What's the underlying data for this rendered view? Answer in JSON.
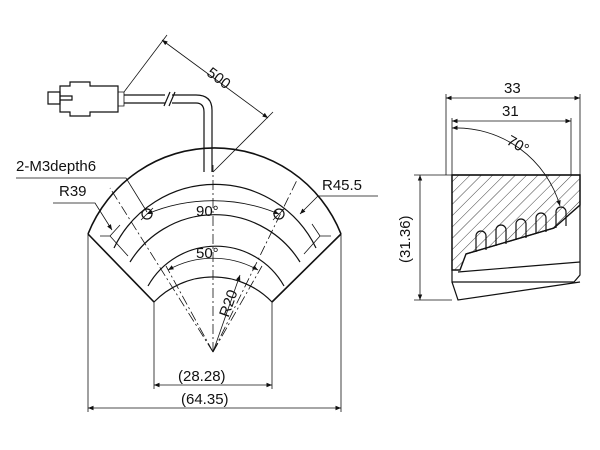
{
  "front_view": {
    "cable_length": "500",
    "hole_spec": "2-M3depth6",
    "inner_arc_radius": "R39",
    "outer_arc_radius": "R45.5",
    "span_angle": "90°",
    "beam_angle": "50°",
    "focus_radius": "R20",
    "chord_width": "(28.28)",
    "overall_width": "(64.35)"
  },
  "side_view": {
    "overall_width": "33",
    "body_width": "31",
    "tilt_angle": "70°",
    "height": "(31.36)"
  }
}
